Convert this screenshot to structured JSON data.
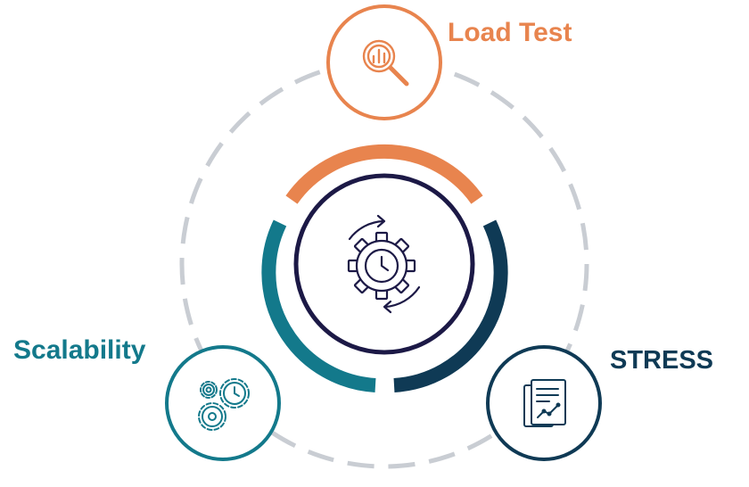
{
  "nodes": {
    "load_test": {
      "label": "Load Test",
      "color": "#E8844E",
      "icon": "magnifier-chart-icon"
    },
    "scalability": {
      "label": "Scalability",
      "color": "#13798B",
      "icon": "gears-clock-icon"
    },
    "stress": {
      "label": "STRESS",
      "color": "#0F3A55",
      "icon": "report-chart-icon"
    },
    "center": {
      "color": "#1C1946",
      "icon": "gear-clock-cycle-icon"
    }
  },
  "colors": {
    "orbit_dash": "#C9CDD3",
    "arc_orange": "#E8844E",
    "arc_teal": "#13798B",
    "arc_navy": "#0F3A55"
  }
}
